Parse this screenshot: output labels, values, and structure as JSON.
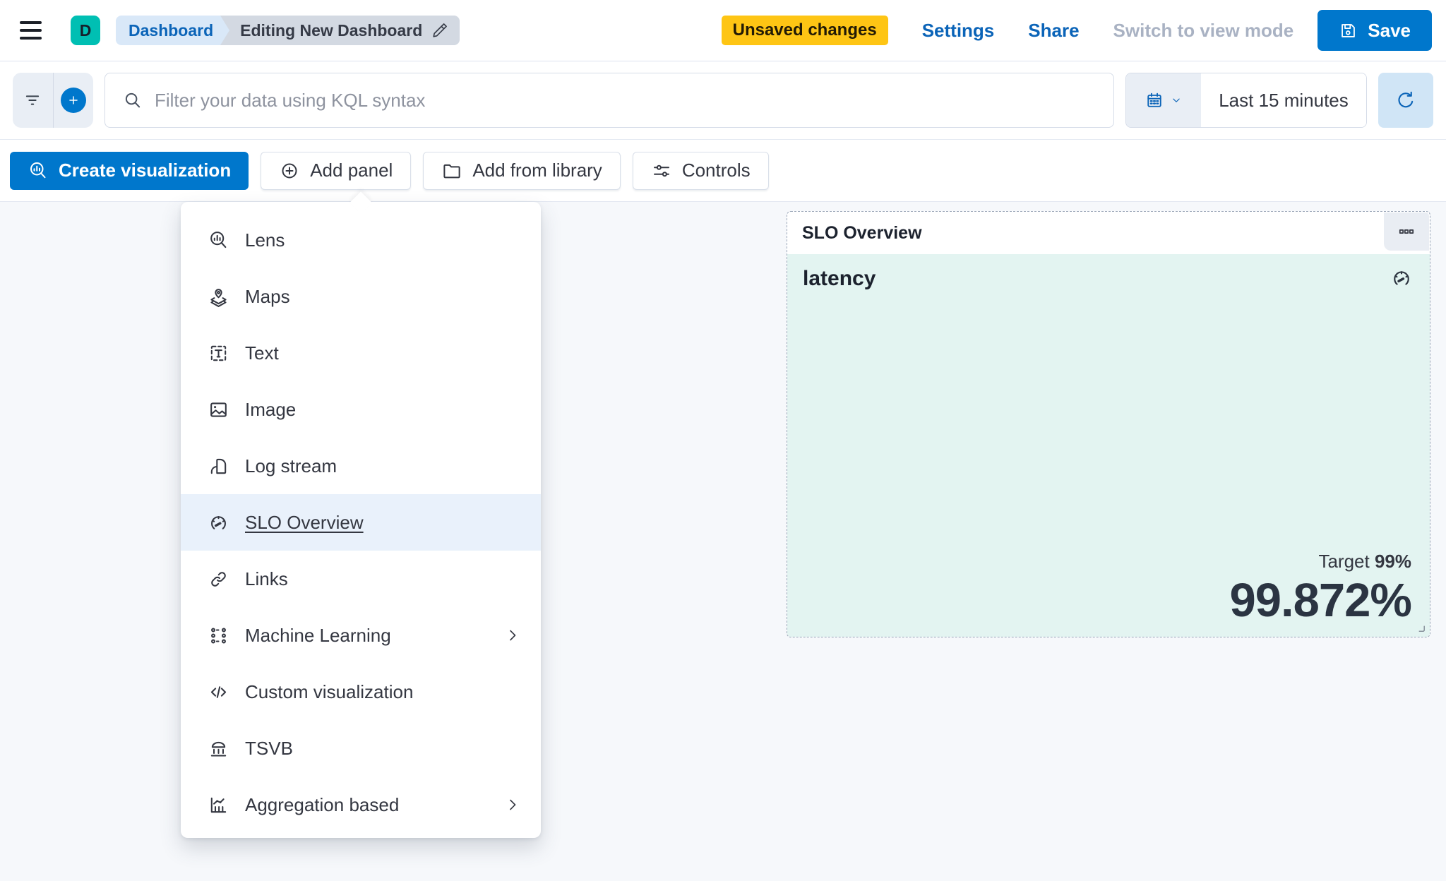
{
  "header": {
    "avatar_label": "D",
    "breadcrumbs": [
      {
        "label": "Dashboard"
      },
      {
        "label": "Editing New Dashboard",
        "icon": "pencil-icon"
      }
    ],
    "unsaved_badge": "Unsaved changes",
    "settings_label": "Settings",
    "share_label": "Share",
    "switch_view_label": "Switch to view mode",
    "save_label": "Save",
    "icons": {
      "menu": "hamburger-icon",
      "save": "save-icon"
    }
  },
  "query_bar": {
    "kql_placeholder": "Filter your data using KQL syntax",
    "time_range": "Last 15 minutes",
    "icons": {
      "filter": "filter-icon",
      "add_filter": "plus-icon",
      "search": "search-icon",
      "calendar": "calendar-icon",
      "calendar_chevron": "chevron-down-icon",
      "refresh": "refresh-icon"
    }
  },
  "toolbar": {
    "create_visualization": "Create visualization",
    "add_panel": "Add panel",
    "add_from_library": "Add from library",
    "controls": "Controls",
    "icons": {
      "create_visualization": "lens-icon",
      "add_panel": "plus-circle-icon",
      "add_from_library": "folder-icon",
      "controls": "sliders-icon"
    }
  },
  "add_panel_menu": {
    "items": [
      {
        "label": "Lens",
        "icon": "lens-icon"
      },
      {
        "label": "Maps",
        "icon": "maps-icon"
      },
      {
        "label": "Text",
        "icon": "text-icon"
      },
      {
        "label": "Image",
        "icon": "image-icon"
      },
      {
        "label": "Log stream",
        "icon": "log-stream-icon"
      },
      {
        "label": "SLO Overview",
        "icon": "gauge-icon",
        "selected": true
      },
      {
        "label": "Links",
        "icon": "link-icon"
      },
      {
        "label": "Machine Learning",
        "icon": "machine-learning-icon",
        "has_submenu": true
      },
      {
        "label": "Custom visualization",
        "icon": "code-icon"
      },
      {
        "label": "TSVB",
        "icon": "tsvb-icon"
      },
      {
        "label": "Aggregation based",
        "icon": "aggregation-icon",
        "has_submenu": true
      }
    ]
  },
  "slo_panel": {
    "header_title": "SLO Overview",
    "menu_icon": "boxes-horizontal-icon",
    "slo_name": "latency",
    "name_icon": "gauge-icon",
    "target_label": "Target",
    "target_value": "99%",
    "sli_value": "99.872%"
  },
  "colors": {
    "primary": "#0077cc",
    "badge": "#fec514",
    "avatar": "#00bfb3",
    "panel_teal": "#e3f4f1",
    "menu_hl": "#e9f1fb",
    "link": "#0b64b8",
    "text": "#343741",
    "muted": "#98a2b3",
    "border": "#d3dae6",
    "canvas": "#f6f8fb",
    "bc_blue": "#d9e8f8",
    "bc_gray": "#d3d9e2",
    "seg_gray": "#e9eef5",
    "refresh_bg": "#d0e5f6"
  }
}
